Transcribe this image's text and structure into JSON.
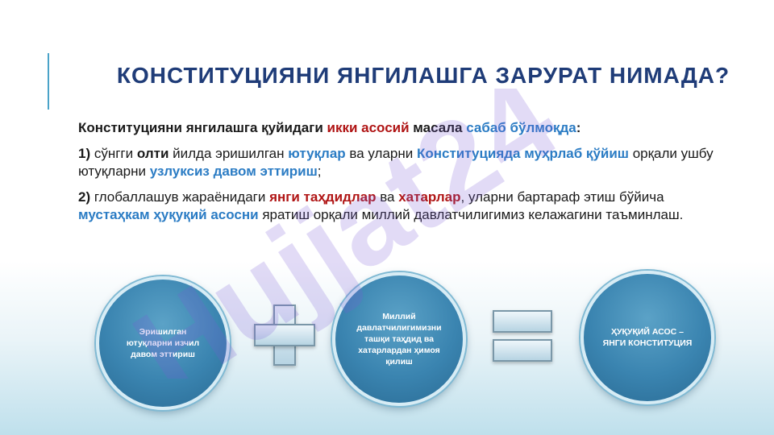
{
  "title": "КОНСТИТУЦИЯНИ ЯНГИЛАШГА ЗАРУРАТ НИМАДА?",
  "intro": {
    "t1": "Конституцияни янгилашга қуйидаги ",
    "t2": "икки асосий",
    "t3": " масала ",
    "t4": "сабаб бўлмоқда",
    "t5": ":"
  },
  "point1": {
    "num": "1)",
    "t1": " сўнгги ",
    "t2": "олти",
    "t3": " йилда эришилган ",
    "t4": "ютуқлар",
    "t5": " ва уларни ",
    "t6": "Конституцияда муҳрлаб қўйиш",
    "t7": " орқали ушбу ютуқларни ",
    "t8": "узлуксиз давом эттириш",
    "t9": ";"
  },
  "point2": {
    "num": "2)",
    "t1": " глобаллашув жараёнидаги ",
    "t2": "янги таҳдидлар",
    "t3": " ва ",
    "t4": "хатарлар",
    "t5": ", уларни бартараф этиш бўйича ",
    "t6": "мустаҳкам ҳуқуқий асосни",
    "t7": " яратиш орқали миллий давлатчилигимиз келажагини таъминлаш."
  },
  "diagram": {
    "circle1": "Эришилган ютуқларни изчил давом эттириш",
    "circle2": "Миллий давлатчилигимизни ташқи таҳдид ва хатарлардан ҳимоя қилиш",
    "circle3": "ҲУҚУҚИЙ АСОС – ЯНГИ КОНСТИТУЦИЯ"
  },
  "watermark": "Hujjat24",
  "colors": {
    "title": "#1f3c78",
    "red": "#b01515",
    "blue": "#2b7cc4",
    "circle": "#3a84b0",
    "watermark": "#7a5cd6"
  }
}
